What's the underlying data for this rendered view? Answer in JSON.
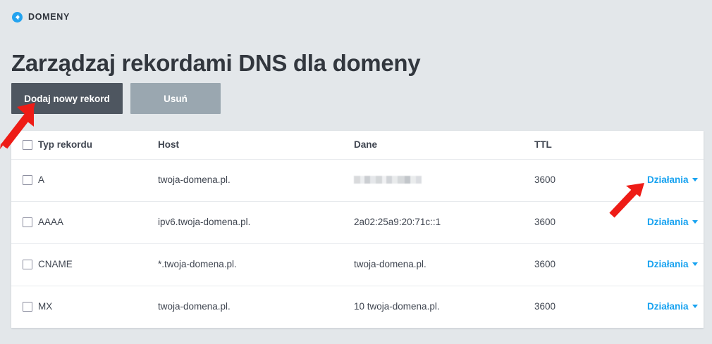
{
  "breadcrumb": {
    "icon": "back-circle-icon",
    "label": "DOMENY"
  },
  "page": {
    "title": "Zarządzaj rekordami DNS dla domeny"
  },
  "toolbar": {
    "add_label": "Dodaj nowy rekord",
    "delete_label": "Usuń"
  },
  "table": {
    "columns": [
      {
        "key": "type",
        "label": "Typ rekordu"
      },
      {
        "key": "host",
        "label": "Host"
      },
      {
        "key": "data",
        "label": "Dane"
      },
      {
        "key": "ttl",
        "label": "TTL"
      }
    ],
    "action_label": "Działania",
    "rows": [
      {
        "type": "A",
        "host": "twoja-domena.pl.",
        "data": "",
        "data_redacted": true,
        "ttl": "3600",
        "action": "Działania"
      },
      {
        "type": "AAAA",
        "host": "ipv6.twoja-domena.pl.",
        "data": "2a02:25a9:20:71c::1",
        "data_redacted": false,
        "ttl": "3600",
        "action": "Działania"
      },
      {
        "type": "CNAME",
        "host": "*.twoja-domena.pl.",
        "data": "twoja-domena.pl.",
        "data_redacted": false,
        "ttl": "3600",
        "action": "Działania"
      },
      {
        "type": "MX",
        "host": "twoja-domena.pl.",
        "data": "10 twoja-domena.pl.",
        "data_redacted": false,
        "ttl": "3600",
        "action": "Działania"
      }
    ]
  },
  "annotations": [
    {
      "name": "arrow-to-add-record-button",
      "color": "#ee1c16"
    },
    {
      "name": "arrow-to-actions-link",
      "color": "#ee1c16"
    }
  ],
  "colors": {
    "page_background": "#e3e7ea",
    "primary_button": "#4e5660",
    "disabled_button": "#9aa7b0",
    "link_blue": "#17a2f0",
    "breadcrumb_icon_blue": "#23a3ef",
    "annotation_red": "#ee1c16",
    "text_dark": "#3f4550"
  }
}
